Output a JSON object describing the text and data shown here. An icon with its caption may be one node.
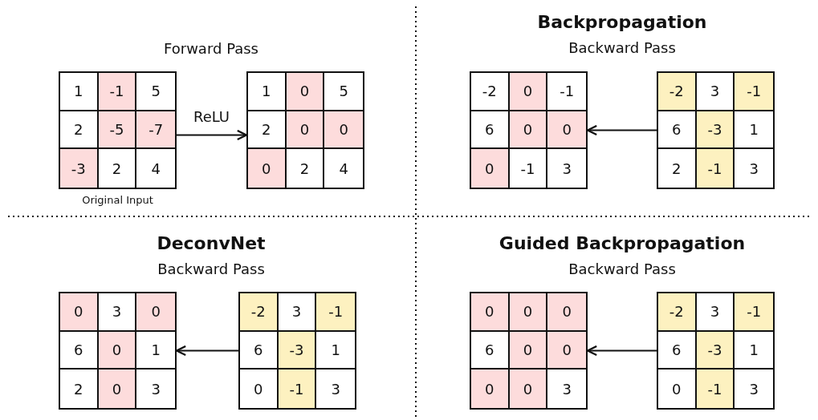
{
  "diagram": {
    "nodes": [
      {
        "text": [
          "1",
          "-1",
          "5",
          "2",
          "-5",
          "-7",
          "-3",
          "2",
          "4"
        ],
        "beside": [
          "Original Input"
        ]
      },
      {
        "text": [
          "1",
          "0",
          "5",
          "2",
          "0",
          "0",
          "0",
          "2",
          "4"
        ]
      },
      {
        "text": [
          "-2",
          "0",
          "-1",
          "6",
          "0",
          "0",
          "0",
          "-1",
          "3"
        ]
      },
      {
        "text": [
          "-2",
          "3",
          "-1",
          "6",
          "-3",
          "1",
          "2",
          "-1",
          "3"
        ]
      },
      {
        "text": [
          "0",
          "3",
          "0",
          "6",
          "0",
          "1",
          "2",
          "0",
          "3"
        ]
      },
      {
        "text": [
          "-2",
          "3",
          "-1",
          "6",
          "-3",
          "1",
          "0",
          "-1",
          "3"
        ]
      },
      {
        "text": [
          "0",
          "0",
          "0",
          "6",
          "0",
          "0",
          "0",
          "0",
          "3"
        ]
      },
      {
        "text": [
          "-2",
          "3",
          "-1",
          "6",
          "-3",
          "1",
          "0",
          "-1",
          "3"
        ]
      }
    ],
    "edges": [
      {
        "from": 0,
        "to": 1,
        "arrow": "to",
        "label": "ReLU"
      },
      {
        "from": 3,
        "to": 2,
        "arrow": "to"
      },
      {
        "from": 5,
        "to": 4,
        "arrow": "to"
      },
      {
        "from": 7,
        "to": 6,
        "arrow": "to"
      }
    ],
    "labels": [
      "Forward Pass",
      "Backpropagation",
      "Backward Pass",
      "DeconvNet",
      "Backward Pass",
      "Guided Backpropagation",
      "Backward Pass"
    ]
  }
}
